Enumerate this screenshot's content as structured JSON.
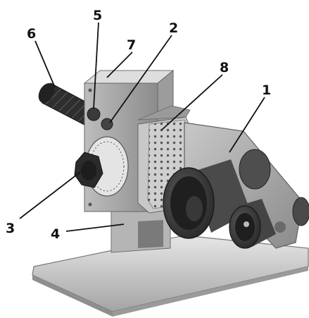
{
  "figure": {
    "callouts": [
      "1",
      "2",
      "3",
      "4",
      "5",
      "6",
      "7",
      "8"
    ]
  },
  "colors": {
    "background": "#ffffff",
    "label": "#111111",
    "metal_light": "#d8d8d8",
    "metal_mid": "#a9a9a9",
    "metal_dark": "#6e6e6e",
    "rubber": "#2f2f2f",
    "nozzle": "#4a4a4a"
  }
}
